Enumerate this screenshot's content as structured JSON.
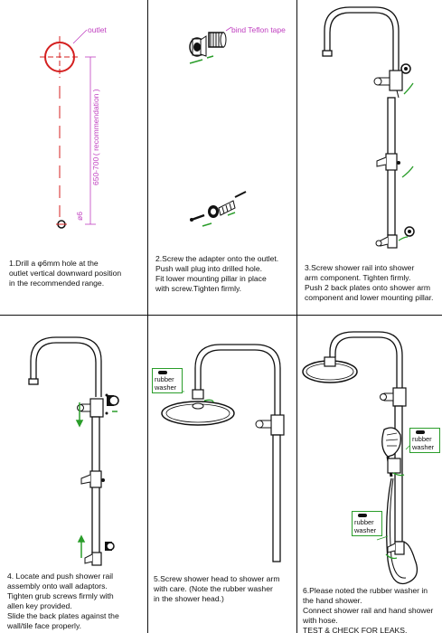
{
  "labels": {
    "outlet": "outlet",
    "teflon": "bind Teflon tape",
    "recommendation": "650-700 ( recommendation )",
    "hole_diameter": "ø6",
    "rubber_washer": "rubber\nwasher"
  },
  "steps": [
    {
      "text": "1.Drill a φ6mm hole at the\noutlet vertical downward position\nin the recommended range."
    },
    {
      "text": "2.Screw the adapter onto the outlet.\nPush wall plug into drilled hole.\nFit lower mounting pillar in place\nwith screw.Tighten firmly."
    },
    {
      "text": "3.Screw shower rail into shower\narm component. Tighten firmly.\nPush 2 back plates onto shower arm\ncomponent and lower mounting pillar."
    },
    {
      "text": "4. Locate and push shower rail\nassembly onto wall adaptors.\nTighten grub screws firmly with\nallen key provided.\nSlide the back plates against the\nwall/tile face properly."
    },
    {
      "text": "5.Screw shower head to shower arm\nwith care. (Note the rubber washer\nin the shower head.)"
    },
    {
      "text": "6.Please noted the rubber washer in\nthe hand shower.\nConnect shower rail and hand shower\nwith hose.\nTEST & CHECK FOR LEAKS."
    }
  ],
  "colors": {
    "line": "#111111",
    "guide_red": "#d42020",
    "annotation_magenta": "#c040c0",
    "arrow_green": "#2a9d2a"
  }
}
